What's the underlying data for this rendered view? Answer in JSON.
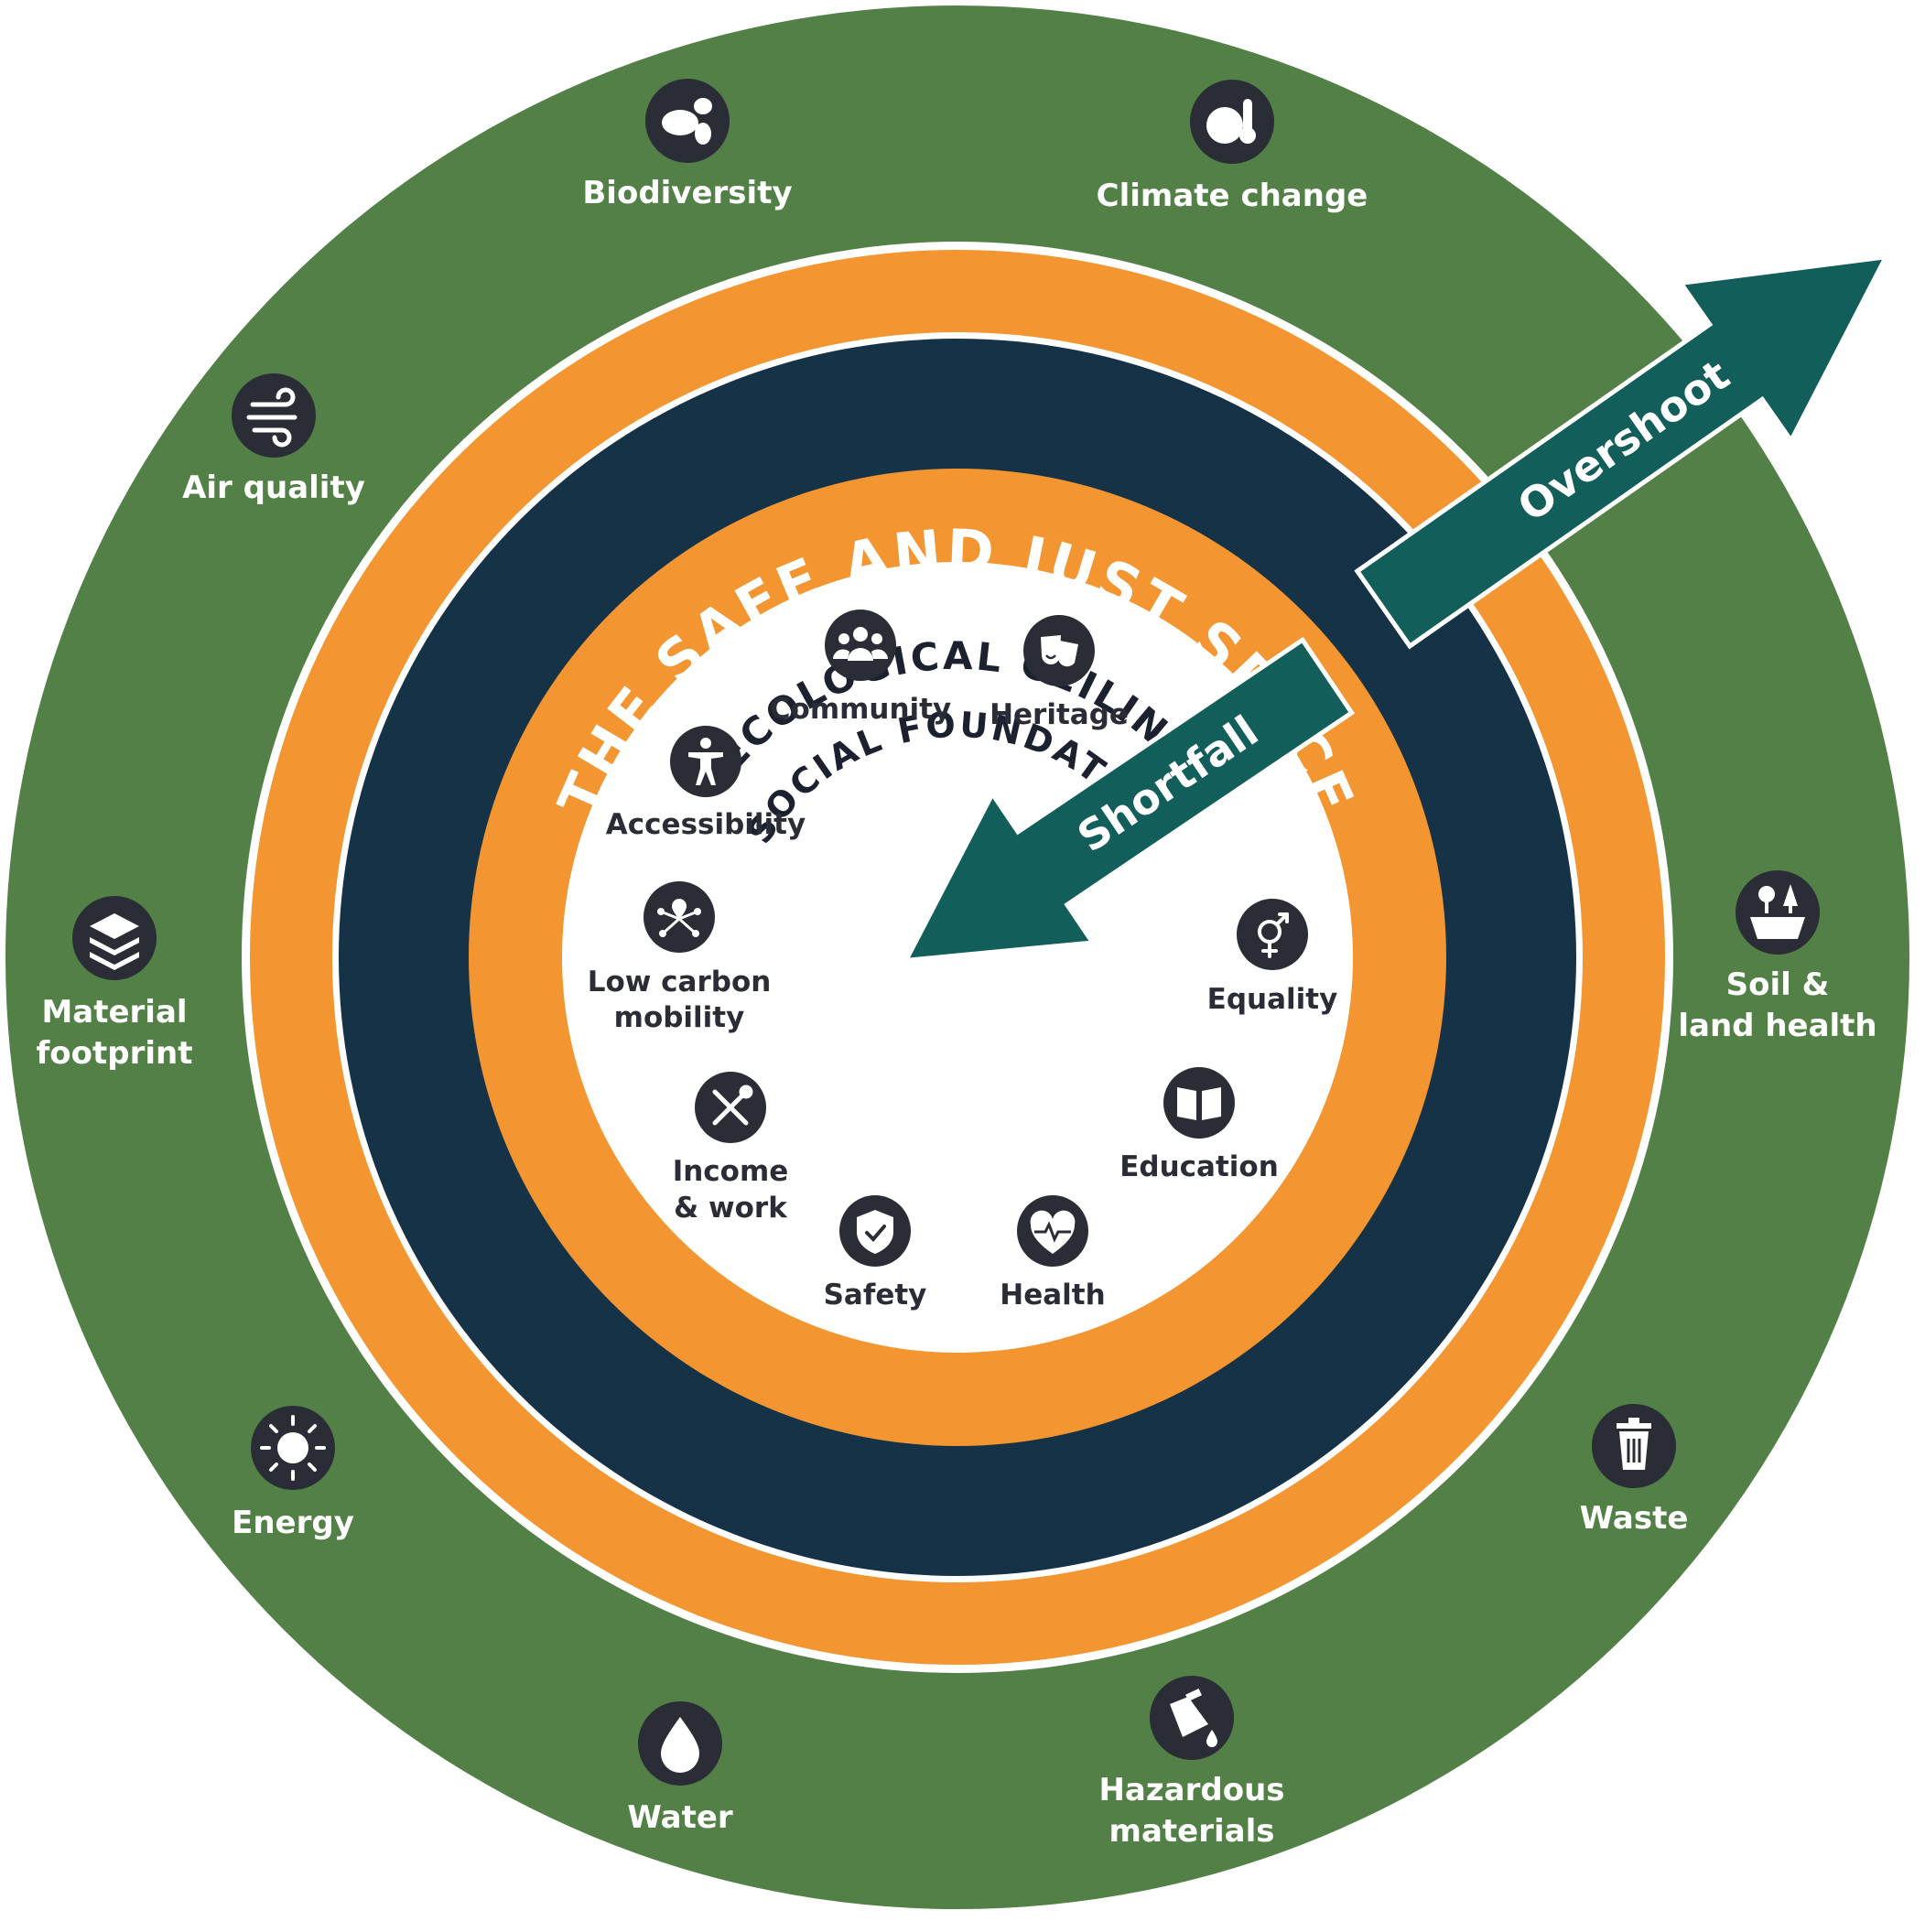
{
  "rings": {
    "ecological_ceiling": "ECOLOGICAL CEILING",
    "safe_and_just_space": "THE SAFE AND JUST SPACE",
    "social_foundation": "SOCIAL FOUNDATION"
  },
  "arrows": {
    "overshoot": "Overshoot",
    "shortfall": "Shortfall"
  },
  "ecological": {
    "biodiversity": "Biodiversity",
    "climate_change": "Climate change",
    "air_quality": "Air quality",
    "material_line1": "Material",
    "material_line2": "footprint",
    "soil_line1": "Soil &",
    "soil_line2": "land health",
    "energy": "Energy",
    "waste": "Waste",
    "water": "Water",
    "hazardous_line1": "Hazardous",
    "hazardous_line2": "materials"
  },
  "social": {
    "community": "Community",
    "heritage": "Heritage",
    "accessibility": "Accessibility",
    "lowcarbon_line1": "Low carbon",
    "lowcarbon_line2": "mobility",
    "equality": "Equality",
    "income_line1": "Income",
    "income_line2": "& work",
    "education": "Education",
    "safety": "Safety",
    "health": "Health"
  },
  "colors": {
    "outer_green": "#538046",
    "orange": "#f39530",
    "navy": "#153246",
    "arrow_teal": "#125e5a",
    "icon_dark": "#2a2d36"
  }
}
